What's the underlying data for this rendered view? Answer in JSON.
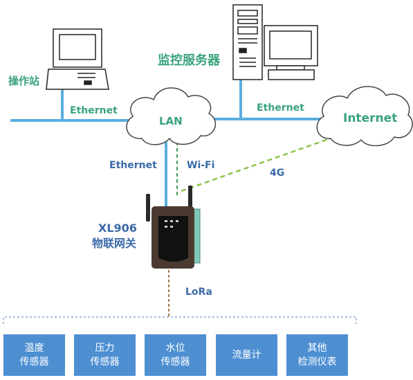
{
  "labels": {
    "workstation": "操作站",
    "monitor_server": "监控服务器",
    "ethernet_left": "Ethernet",
    "ethernet_right": "Ethernet",
    "lan": "LAN",
    "internet": "Internet",
    "ethernet_down": "Ethernet",
    "wifi": "Wi-Fi",
    "fourg": "4G",
    "gateway_model": "XL906",
    "gateway_name": "物联网关",
    "lora": "LoRa"
  },
  "sensors": [
    {
      "line1": "温度",
      "line2": "传感器"
    },
    {
      "line1": "压力",
      "line2": "传感器"
    },
    {
      "line1": "水位",
      "line2": "传感器"
    },
    {
      "line1": "流量计",
      "line2": ""
    },
    {
      "line1": "其他",
      "line2": "检测仪表"
    }
  ],
  "colors": {
    "ethernet_line": "#5aafdf",
    "wireless_line": "#8cc24a",
    "lora_line": "#a07a4b",
    "label_green": "#3aa37c",
    "label_blue": "#3b6aa8",
    "sensor_box": "#4e8fd2"
  }
}
